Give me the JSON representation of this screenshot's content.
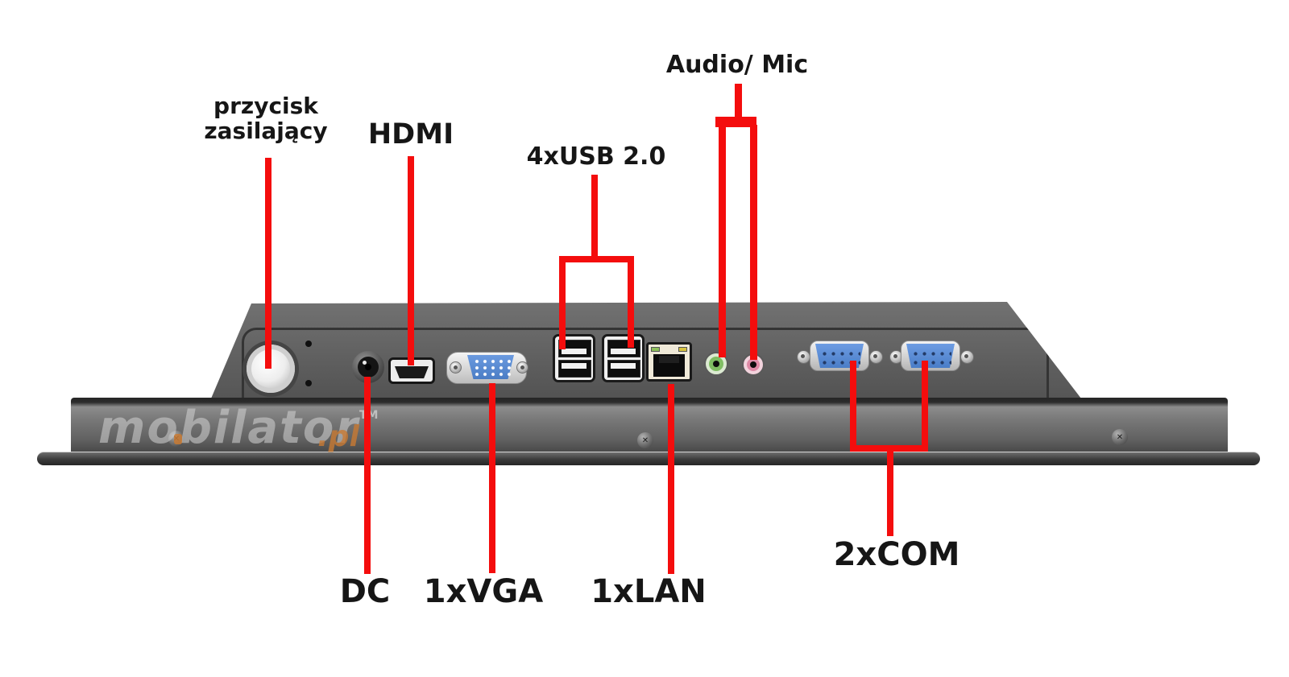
{
  "annotations": {
    "power_button": {
      "line1": "przycisk",
      "line2": "zasilający"
    },
    "hdmi": {
      "label": "HDMI"
    },
    "usb": {
      "label": "4xUSB 2.0"
    },
    "audio_mic": {
      "label": "Audio/ Mic"
    },
    "dc": {
      "label": "DC"
    },
    "vga": {
      "label": "1xVGA"
    },
    "lan": {
      "label": "1xLAN"
    },
    "com": {
      "label": "2xCOM"
    }
  },
  "watermark": {
    "prefix": "m",
    "power_o": "o",
    "suffix": "bilator",
    "tm": "TM",
    "domain_suffix": ".pl"
  },
  "colors": {
    "annotation_red": "#f40d0d",
    "label_text": "#161616",
    "background": "#ffffff",
    "chassis_gray": "#636363",
    "port_blue": "#5a8ed8",
    "audio_jack_green": "#7fbd62",
    "mic_jack_pink": "#de8aa6",
    "lan_led_green": "#8dc05a",
    "lan_led_yellow": "#d6c23e",
    "watermark_orange": "#c97a33"
  }
}
